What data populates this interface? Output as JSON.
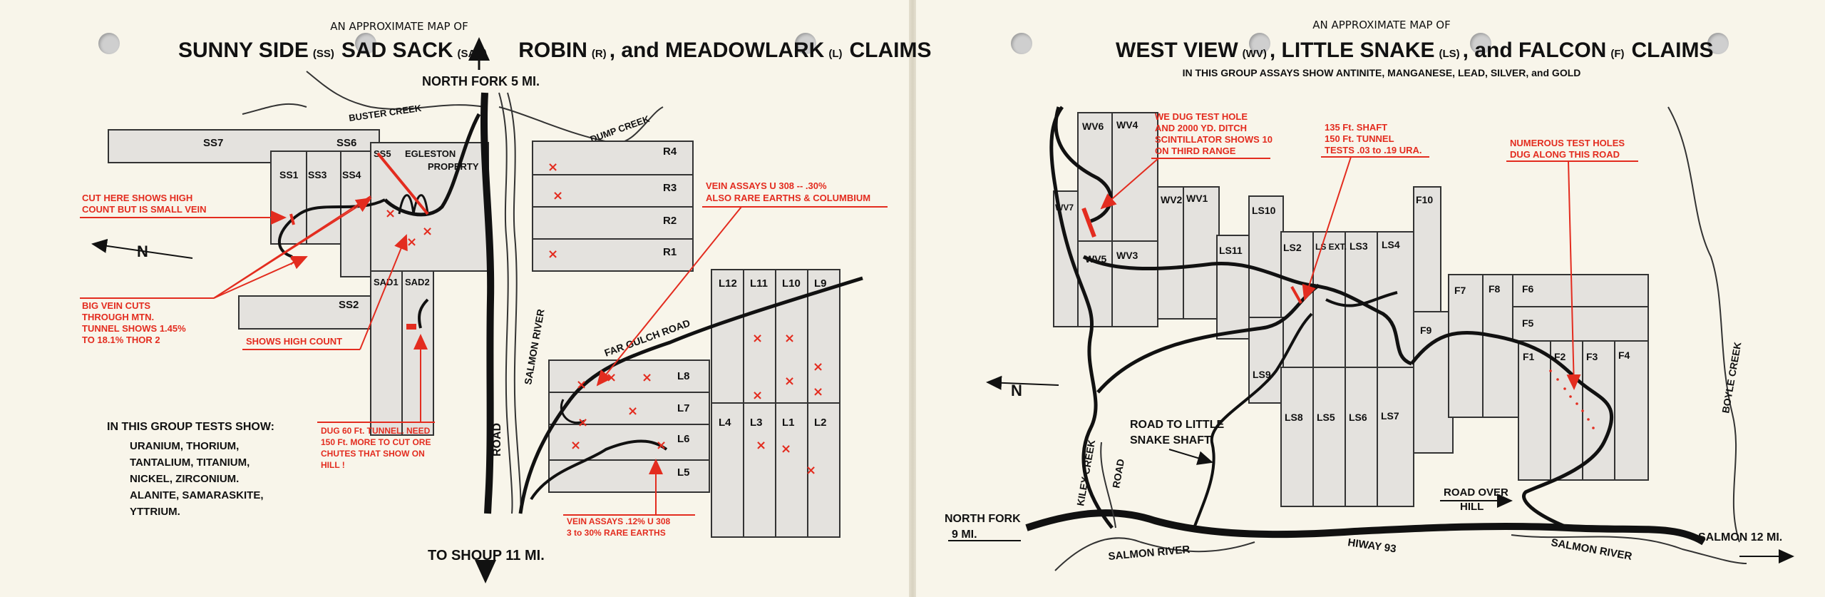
{
  "left_map": {
    "subtitle": "AN APPROXIMATE MAP OF",
    "title_parts": [
      "SUNNY SIDE",
      "(SS)",
      "SAD SACK",
      "(SAD)",
      "ROBIN",
      "(R)",
      ", and MEADOWLARK",
      "(L)",
      "CLAIMS"
    ],
    "north_fork": "NORTH FORK 5 MI.",
    "to_shoup": "TO SHOUP 11 MI.",
    "places": {
      "buster_creek": "BUSTER CREEK",
      "dump_creek": "DUMP CREEK",
      "egleston": "EGLESTON",
      "property": "PROPERTY",
      "salmon_river": "SALMON RIVER",
      "road": "ROAD",
      "far_gulch_road": "FAR GULCH ROAD",
      "north_letter": "N"
    },
    "claims": [
      "SS7",
      "SS6",
      "SS5",
      "SS1",
      "SS3",
      "SS4",
      "SAD1",
      "SAD2",
      "SS2",
      "R4",
      "R3",
      "R2",
      "R1",
      "L12",
      "L11",
      "L10",
      "L9",
      "L8",
      "L7",
      "L6",
      "L5",
      "L4",
      "L3",
      "L1",
      "L2"
    ],
    "notes": {
      "cut_here": [
        "CUT HERE SHOWS HIGH",
        "COUNT BUT IS SMALL VEIN"
      ],
      "big_vein": [
        "BIG VEIN CUTS",
        "THROUGH MTN.",
        "TUNNEL SHOWS 1.45%",
        "TO 18.1% THOR 2"
      ],
      "shows_high": "SHOWS HIGH COUNT",
      "dug_tunnel": [
        "DUG 60 Ft. TUNNEL. NEED",
        "150 Ft. MORE TO CUT ORE",
        "CHUTES THAT SHOW ON",
        "HILL !"
      ],
      "vein_assays_top": [
        "VEIN ASSAYS U 308 -- .30%",
        "ALSO RARE EARTHS & COLUMBIUM"
      ],
      "vein_assays_bottom": [
        "VEIN ASSAYS .12% U 308",
        "3 to 30% RARE EARTHS"
      ]
    },
    "tests_heading": "IN THIS GROUP TESTS SHOW:",
    "tests": [
      "URANIUM, THORIUM,",
      "TANTALIUM, TITANIUM,",
      "NICKEL, ZIRCONIUM.",
      "ALANITE, SAMARASKITE,",
      "YTTRIUM."
    ]
  },
  "right_map": {
    "subtitle": "AN APPROXIMATE MAP OF",
    "title_parts": [
      "WEST VIEW",
      "(WV)",
      ", LITTLE SNAKE",
      "(LS)",
      ", and FALCON",
      "(F)",
      "CLAIMS"
    ],
    "assays_line": "IN THIS GROUP ASSAYS SHOW ANTINITE, MANGANESE, LEAD, SILVER, and GOLD",
    "claims": [
      "WV6",
      "WV4",
      "WV7",
      "WV2",
      "WV1",
      "WV5",
      "WV3",
      "LS10",
      "F10",
      "LS11",
      "LS2",
      "LS EXT.",
      "LS3",
      "LS4",
      "F7",
      "F8",
      "F6",
      "F5",
      "F9",
      "LS9",
      "F1",
      "F2",
      "F3",
      "F4",
      "LS8",
      "LS5",
      "LS6",
      "LS7"
    ],
    "notes": {
      "test_hole": [
        "WE DUG TEST HOLE",
        "AND 2000 YD. DITCH",
        "SCINTILLATOR SHOWS 10",
        "ON THIRD RANGE"
      ],
      "shaft": [
        "135 Ft. SHAFT",
        "150 Ft. TUNNEL",
        "TESTS .03 to .19 URA."
      ],
      "numerous": [
        "NUMEROUS TEST HOLES",
        "DUG ALONG THIS ROAD"
      ]
    },
    "places": {
      "road_little_snake": [
        "ROAD TO LITTLE",
        "SNAKE SHAFT"
      ],
      "north_fork": [
        "NORTH FORK",
        "9 MI."
      ],
      "kiley_creek": "KILEY CREEK",
      "road": "ROAD",
      "road_over_hill": [
        "ROAD OVER",
        "HILL"
      ],
      "hiway": "HIWAY 93",
      "salmon_river_left": "SALMON RIVER",
      "salmon_river_right": "SALMON RIVER",
      "salmon": "SALMON 12 MI.",
      "boyle_creek": "BOYLE CREEK",
      "north_letter": "N"
    }
  },
  "colors": {
    "red": "#e32c1f",
    "claim_fill": "#e4e2de",
    "paper": "#f8f5ea"
  }
}
